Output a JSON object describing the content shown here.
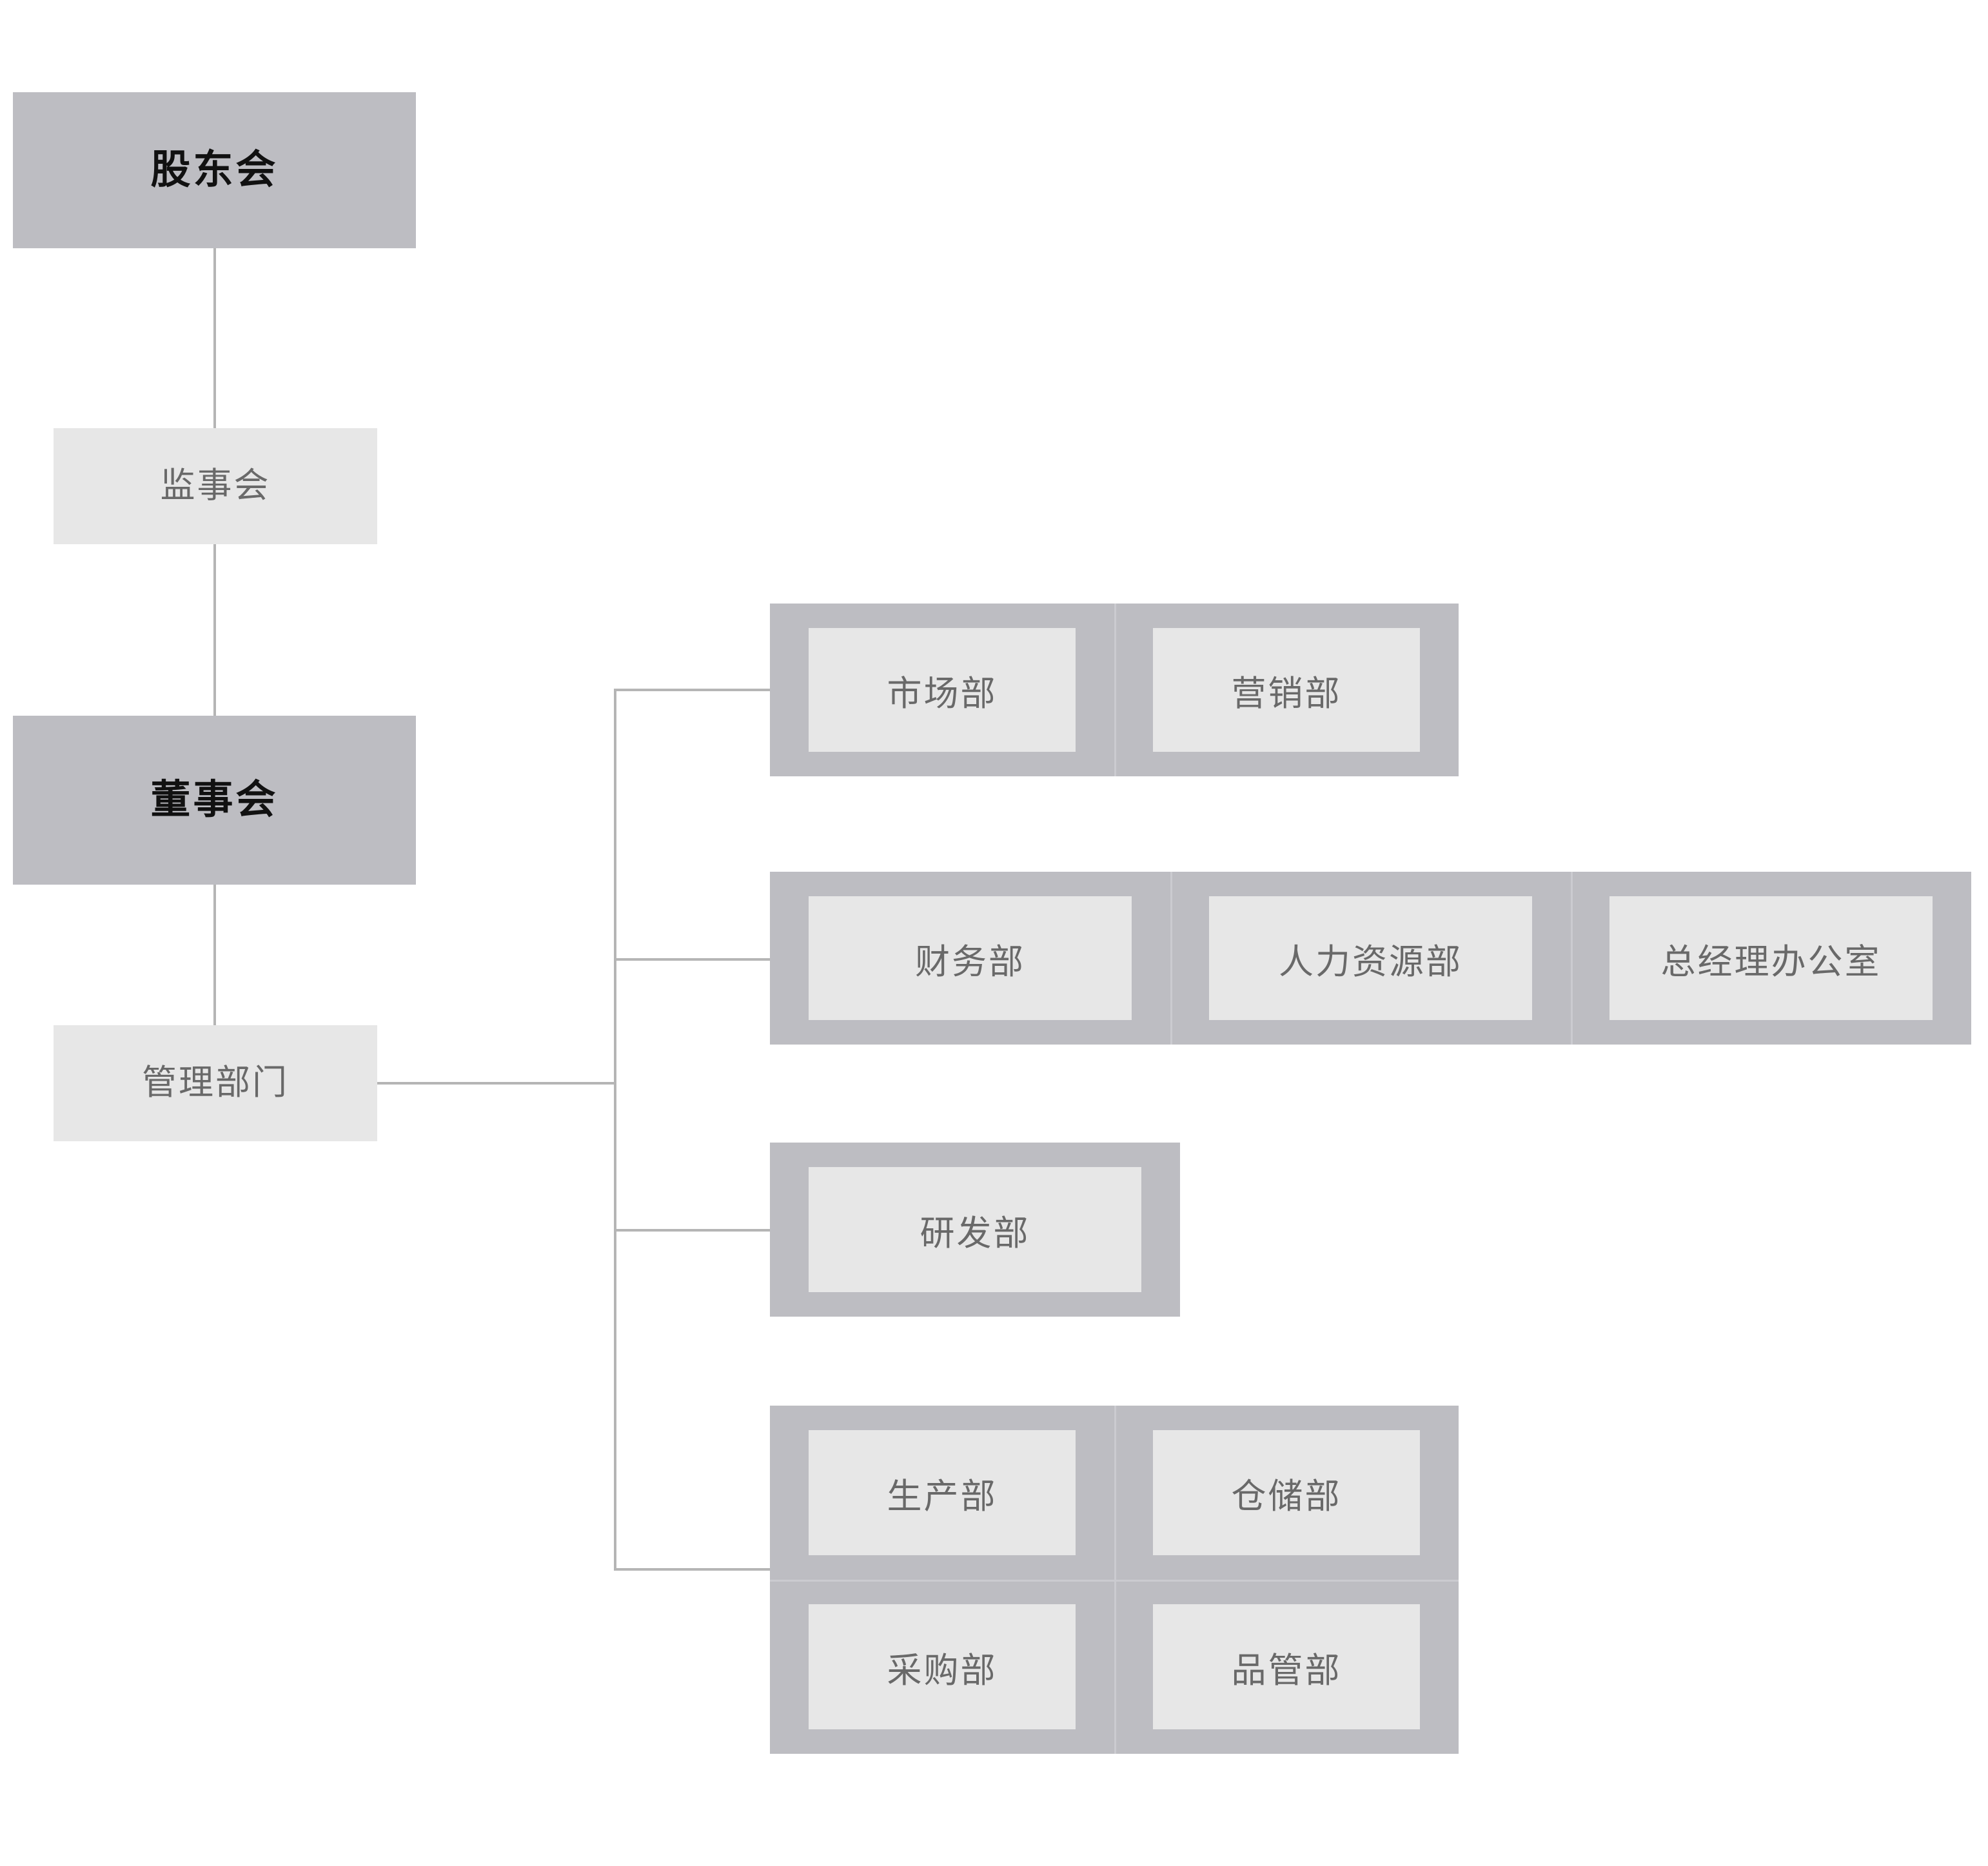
{
  "chart_title": "",
  "colors": {
    "box_strong_bg": "#bdbdc2",
    "box_soft_bg": "#e7e7e7",
    "group_bg": "#bdbdc2",
    "cell_bg": "#e7e7e7",
    "strong_text": "#111111",
    "soft_text": "#696969",
    "connector": "#b5b5b5",
    "separator": "#cbcbd0",
    "page_bg": "#ffffff"
  },
  "spine": {
    "shareholders": "股东会",
    "supervisors": "监事会",
    "board": "董事会",
    "management": "管理部门"
  },
  "groups": [
    {
      "id": "marketing",
      "cells": [
        "市场部",
        "营销部"
      ]
    },
    {
      "id": "admin",
      "cells": [
        "财务部",
        "人力资源部",
        "总经理办公室"
      ]
    },
    {
      "id": "rd",
      "cells": [
        "研发部"
      ]
    },
    {
      "id": "operations",
      "cells": [
        "生产部",
        "仓储部",
        "采购部",
        "品管部"
      ]
    }
  ]
}
